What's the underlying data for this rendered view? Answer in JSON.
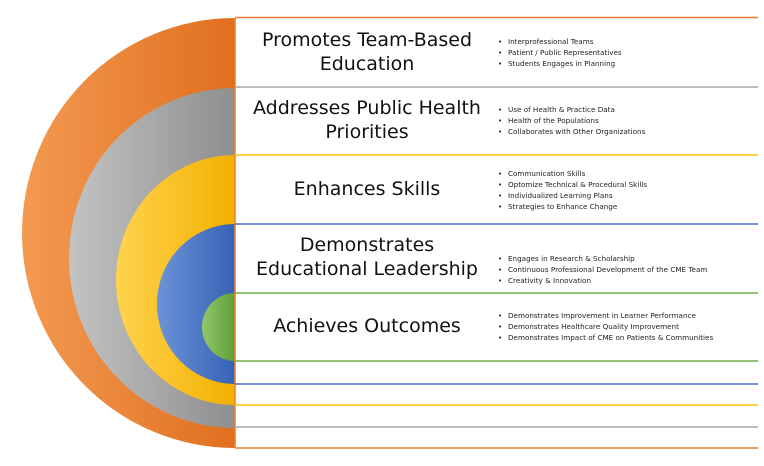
{
  "rows": [
    {
      "title": [
        "Promotes Team-Based",
        "Education"
      ],
      "color": "#ED7D31",
      "bullets": [
        "Interprofessional Teams",
        "Patient / Public Representatives",
        "Students Engages in Planning"
      ]
    },
    {
      "title": [
        "Addresses Public Health",
        "Priorities"
      ],
      "color": "#A5A5A5",
      "bullets": [
        "Use of Health & Practice Data",
        "Health of the Populations",
        "Collaborates with Other Organizations"
      ]
    },
    {
      "title": [
        "Enhances Skills"
      ],
      "color": "#FFC000",
      "bullets": [
        "Communication Skills",
        "Optomize Technical & Procedural Skills",
        "Individualized Learning Plans",
        "Strategies to Enhance Change"
      ]
    },
    {
      "title": [
        "Demonstrates",
        "Educational Leadership"
      ],
      "color": "#4472C4",
      "bullets": [
        "Engages in Research & Scholarship",
        "Continuous Professional Development of the CME Team",
        "Creativity & Innovation"
      ]
    },
    {
      "title": [
        "Achieves Outcomes"
      ],
      "color": "#70AD47",
      "bullets": [
        "Demonstrates Improvement in Learner Performance",
        "Demonstrates Healthcare Quality Improvement",
        "Demonstrates Impact of CME on Patients & Communities"
      ]
    }
  ]
}
